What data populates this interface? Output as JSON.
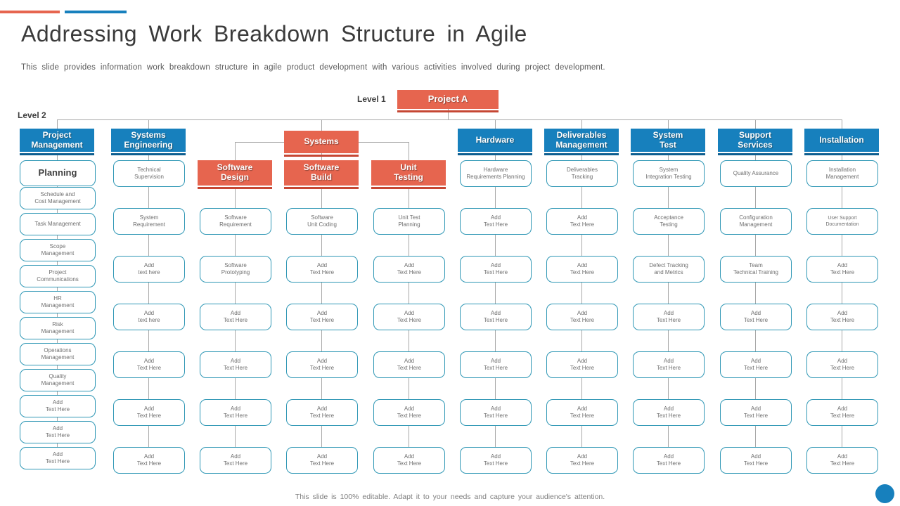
{
  "slide": {
    "title": "Addressing Work Breakdown Structure in Agile",
    "subtitle": "This slide provides information work breakdown structure in agile product development with various activities involved during project development.",
    "footer": "This slide is 100% editable. Adapt it to your needs and capture your audience's attention.",
    "level1_label": "Level 1",
    "level2_label": "Level 2"
  },
  "root": {
    "label": "Project A"
  },
  "systems_group": {
    "header": "Systems"
  },
  "columns": [
    {
      "header": "Project\nManagement",
      "style": "blue",
      "items": [
        "Planning",
        "Schedule and\nCost Management",
        "Task Management",
        "Scope\nManagement",
        "Project\nCommunications",
        "HR\nManagement",
        "Risk\nManagement",
        "Operations\nManagement",
        "Quality\nManagement",
        "Add\nText Here",
        "Add\nText Here",
        "Add\nText Here"
      ]
    },
    {
      "header": "Systems\nEngineering",
      "style": "blue",
      "items": [
        "Technical\nSupervision",
        "System\nRequirement",
        "Add\ntext here",
        "Add\ntext here",
        "Add\nText Here",
        "Add\nText Here",
        "Add\nText Here"
      ]
    },
    {
      "header": "Software\nDesign",
      "style": "red",
      "items": [
        "Software\nRequirement",
        "Software\nPrototyping",
        "Add\nText Here",
        "Add\nText Here",
        "Add\nText Here",
        "Add\nText Here"
      ]
    },
    {
      "header": "Software\nBuild",
      "style": "red",
      "items": [
        "Software\nUnit Coding",
        "Add\nText Here",
        "Add\nText Here",
        "Add\nText Here",
        "Add\nText Here",
        "Add\nText Here"
      ]
    },
    {
      "header": "Unit\nTesting",
      "style": "red",
      "items": [
        "Unit Test\nPlanning",
        "Add\nText Here",
        "Add\nText Here",
        "Add\nText Here",
        "Add\nText Here",
        "Add\nText Here"
      ]
    },
    {
      "header": "Hardware",
      "style": "blue",
      "items": [
        "Hardware\nRequirements Planning",
        "Add\nText Here",
        "Add\nText Here",
        "Add\nText Here",
        "Add\nText Here",
        "Add\nText Here",
        "Add\nText Here"
      ]
    },
    {
      "header": "Deliverables\nManagement",
      "style": "blue",
      "items": [
        "Deliverables\nTracking",
        "Add\nText Here",
        "Add\nText Here",
        "Add\nText Here",
        "Add\nText Here",
        "Add\nText Here",
        "Add\nText Here"
      ]
    },
    {
      "header": "System\nTest",
      "style": "blue",
      "items": [
        "System\nIntegration Testing",
        "Acceptance\nTesting",
        "Defect Tracking\nand Metrics",
        "Add\nText Here",
        "Add\nText Here",
        "Add\nText Here",
        "Add\nText Here"
      ]
    },
    {
      "header": "Support\nServices",
      "style": "blue",
      "items": [
        "Quality Assurance",
        "Configuration\nManagement",
        "Team\nTechnical Training",
        "Add\nText Here",
        "Add\nText Here",
        "Add\nText Here",
        "Add\nText Here"
      ]
    },
    {
      "header": "Installation",
      "style": "blue",
      "items": [
        "Installation\nManagement",
        "User Support\nDocumentation",
        "Add\nText Here",
        "Add\nText Here",
        "Add\nText Here",
        "Add\nText Here",
        "Add\nText Here"
      ]
    }
  ],
  "colors": {
    "accent_red": "#E6654F",
    "accent_red_dark": "#C64734",
    "accent_blue": "#1780BD",
    "accent_blue_dark": "#0D5E90",
    "box_border": "#2F97B5",
    "connector": "#A8A8A8"
  }
}
